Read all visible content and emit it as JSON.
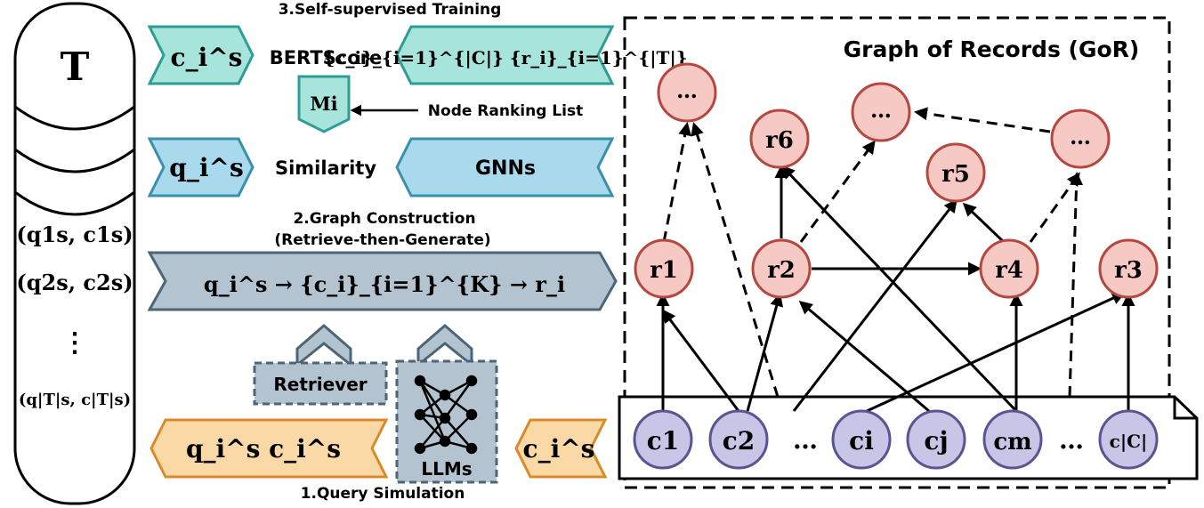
{
  "stack": {
    "top_label": "T",
    "pairs": [
      "(q1s, c1s)",
      "(q2s, c2s)",
      "⋮",
      "(q|T|s, c|T|s)"
    ]
  },
  "sections": {
    "training": "3.Self-supervised Training",
    "construction_line1": "2.Graph Construction",
    "construction_line2": "(Retrieve-then-Generate)",
    "simulation": "1.Query Simulation"
  },
  "labels": {
    "bertscore": "BERTScore",
    "mi": "Mi",
    "node_ranking": "Node Ranking List",
    "similarity": "Similarity",
    "gnns": "GNNs",
    "retriever": "Retriever",
    "llms": "LLMs",
    "graph_title": "Graph of Records (GoR)"
  },
  "math": {
    "ci_s": "c_i^s",
    "qi_s": "q_i^s",
    "records_set": "{c_i}_{i=1}^{|C|} {r_i}_{i=1}^{|T|}",
    "construction": "q_i^s → {c_i}_{i=1}^{K} → r_i",
    "sim_pair": "q_i^s   c_i^s"
  },
  "graph": {
    "records": [
      "r1",
      "r2",
      "r3",
      "r4",
      "r5",
      "r6",
      "…",
      "…",
      "…"
    ],
    "chunks": [
      "c1",
      "c2",
      "…",
      "ci",
      "cj",
      "cm",
      "…",
      "c|C|"
    ]
  },
  "colors": {
    "teal": "#a6e4dc",
    "teal_stroke": "#2d9d95",
    "blue": "#a9d9ec",
    "blue_stroke": "#3a8fae",
    "slate": "#b3c4d0",
    "slate_stroke": "#4c6677",
    "orange": "#fbd9a6",
    "orange_stroke": "#d98a2b",
    "record_fill": "#f6c9c5",
    "record_stroke": "#b5483e",
    "chunk_fill": "#c9c5e6",
    "chunk_stroke": "#5a5590"
  }
}
